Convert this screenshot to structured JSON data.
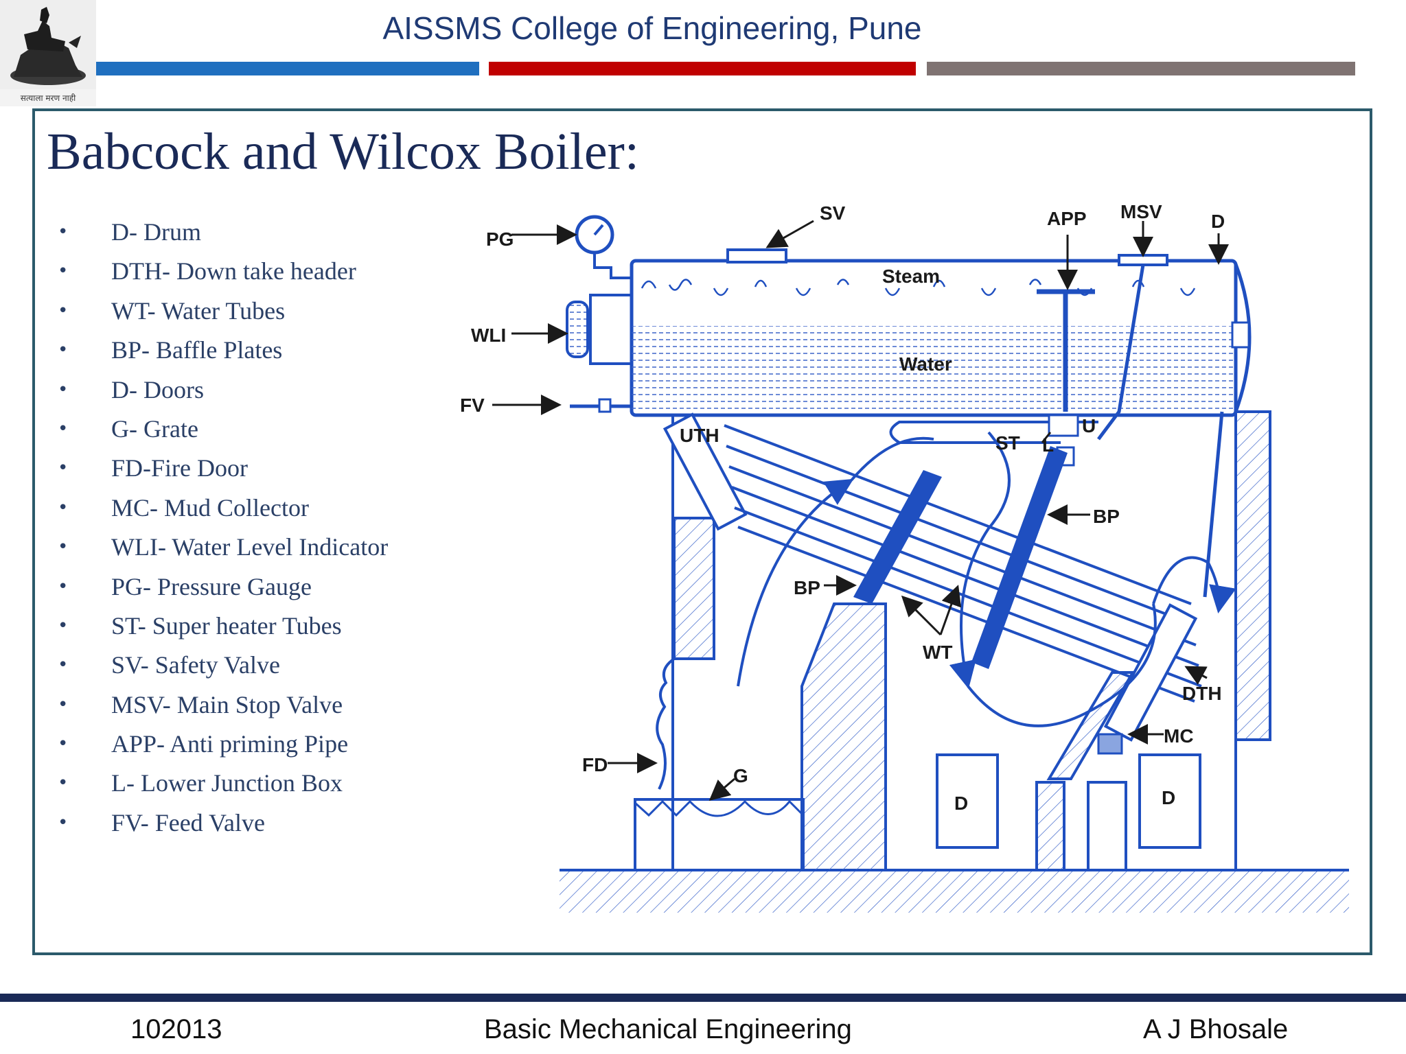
{
  "header": {
    "title": "AISSMS College of Engineering, Pune",
    "logo_caption": "सत्याला मरण नाही",
    "stripe_colors": [
      "#1f6fbf",
      "#c00000",
      "#7f7372"
    ]
  },
  "slide": {
    "title": "Babcock and Wilcox Boiler:",
    "legend": [
      "D- Drum",
      "DTH- Down take header",
      "WT- Water Tubes",
      "BP- Baffle Plates",
      "D- Doors",
      "G- Grate",
      "FD-Fire Door",
      "MC- Mud Collector",
      "WLI- Water Level Indicator",
      "PG- Pressure Gauge",
      "ST- Super heater Tubes",
      "SV- Safety Valve",
      "MSV- Main Stop Valve",
      "APP- Anti priming Pipe",
      "L- Lower Junction Box",
      "FV- Feed Valve"
    ],
    "bullet": "•"
  },
  "diagram": {
    "accent_color": "#1f4fc0",
    "labels": {
      "pg": "PG",
      "sv": "SV",
      "app": "APP",
      "msv": "MSV",
      "d_top": "D",
      "wli": "WLI",
      "fv": "FV",
      "steam": "Steam",
      "water": "Water",
      "uth": "UTH",
      "st": "ST",
      "l": "L",
      "u": "U",
      "bp1": "BP",
      "bp2": "BP",
      "wt": "WT",
      "dth": "DTH",
      "mc": "MC",
      "fd": "FD",
      "g": "G",
      "door1": "D",
      "door2": "D"
    }
  },
  "footer": {
    "code": "102013",
    "course": "Basic Mechanical Engineering",
    "author": "A J Bhosale"
  }
}
